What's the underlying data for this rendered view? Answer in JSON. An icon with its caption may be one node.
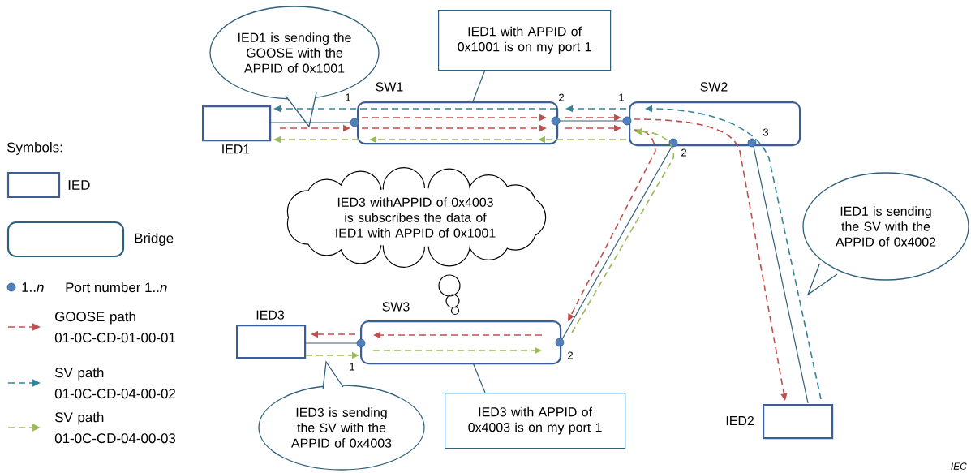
{
  "diagram": {
    "nodes": [
      {
        "text": [
          "IED1"
        ]
      },
      {
        "text": [
          "SW1"
        ]
      },
      {
        "text": [
          "SW2"
        ]
      },
      {
        "text": [
          "SW3"
        ]
      },
      {
        "text": [
          "IED2"
        ]
      },
      {
        "text": [
          "IED3"
        ]
      },
      {
        "text": [
          "IED1 is sending the GOOSE with the APPID of 0x1001"
        ]
      },
      {
        "text": [
          "IED1 with APPID of 0x1001 is on my port 1"
        ]
      },
      {
        "text": [
          "IED3 withAPPID of 0x4003 is subscribes the data of IED1 with APPID of 0x1001"
        ]
      },
      {
        "text": [
          "IED1 is sending the SV with the APPID of 0x4002"
        ]
      },
      {
        "text": [
          "IED3 is sending the SV with the APPID of 0x4003"
        ]
      },
      {
        "text": [
          "IED3 with APPID of 0x4003 is on my port 1"
        ]
      }
    ],
    "edges": [
      {
        "from": 0,
        "to": 1,
        "arrow": "none"
      },
      {
        "from": 1,
        "to": 2,
        "arrow": "none"
      },
      {
        "from": 2,
        "to": 3,
        "arrow": "none"
      },
      {
        "from": 2,
        "to": 4,
        "arrow": "none"
      },
      {
        "from": 5,
        "to": 3,
        "arrow": "none"
      },
      {
        "from": 0,
        "to": 1,
        "arrow": "to",
        "style": "dashed",
        "color": "#c0504d"
      },
      {
        "from": 1,
        "to": 2,
        "arrow": "to",
        "style": "dashed",
        "color": "#c0504d"
      },
      {
        "from": 1,
        "to": 2,
        "arrow": "to",
        "style": "dashed",
        "color": "#c0504d"
      },
      {
        "from": 2,
        "to": 3,
        "arrow": "to",
        "style": "dashed",
        "color": "#c0504d"
      },
      {
        "from": 2,
        "to": 4,
        "arrow": "to",
        "style": "dashed",
        "color": "#c0504d"
      },
      {
        "from": 3,
        "to": 5,
        "arrow": "to",
        "style": "dashed",
        "color": "#c0504d"
      },
      {
        "from": 4,
        "to": 2,
        "arrow": "to",
        "style": "dashed",
        "color": "#31849b"
      },
      {
        "from": 2,
        "to": 1,
        "arrow": "to",
        "style": "dashed",
        "color": "#31849b"
      },
      {
        "from": 1,
        "to": 0,
        "arrow": "to",
        "style": "dashed",
        "color": "#31849b"
      },
      {
        "from": 5,
        "to": 3,
        "arrow": "to",
        "style": "dashed",
        "color": "#9bbb59"
      },
      {
        "from": 3,
        "to": 2,
        "arrow": "to",
        "style": "dashed",
        "color": "#9bbb59"
      },
      {
        "from": 2,
        "to": 1,
        "arrow": "to",
        "style": "dashed",
        "color": "#9bbb59"
      },
      {
        "from": 1,
        "to": 0,
        "arrow": "to",
        "style": "dashed",
        "color": "#9bbb59"
      },
      {
        "from": 7,
        "to": 1,
        "arrow": "none"
      },
      {
        "from": 11,
        "to": 3,
        "arrow": "none"
      }
    ],
    "labels": [
      "Symbols:",
      "1",
      "2",
      "1",
      "3",
      "2",
      "1..*n*",
      "1",
      "2",
      "IEC"
    ],
    "legend": [
      {
        "text": "IED"
      },
      {
        "text": "Bridge"
      },
      {
        "text": "Port number 1..*n*"
      },
      {
        "text": "GOOSE path 01-0C-CD-01-00-01"
      },
      {
        "text": "SV path 01-0C-CD-04-00-02"
      },
      {
        "text": "SV path 01-0C-CD-04-00-03"
      }
    ]
  }
}
